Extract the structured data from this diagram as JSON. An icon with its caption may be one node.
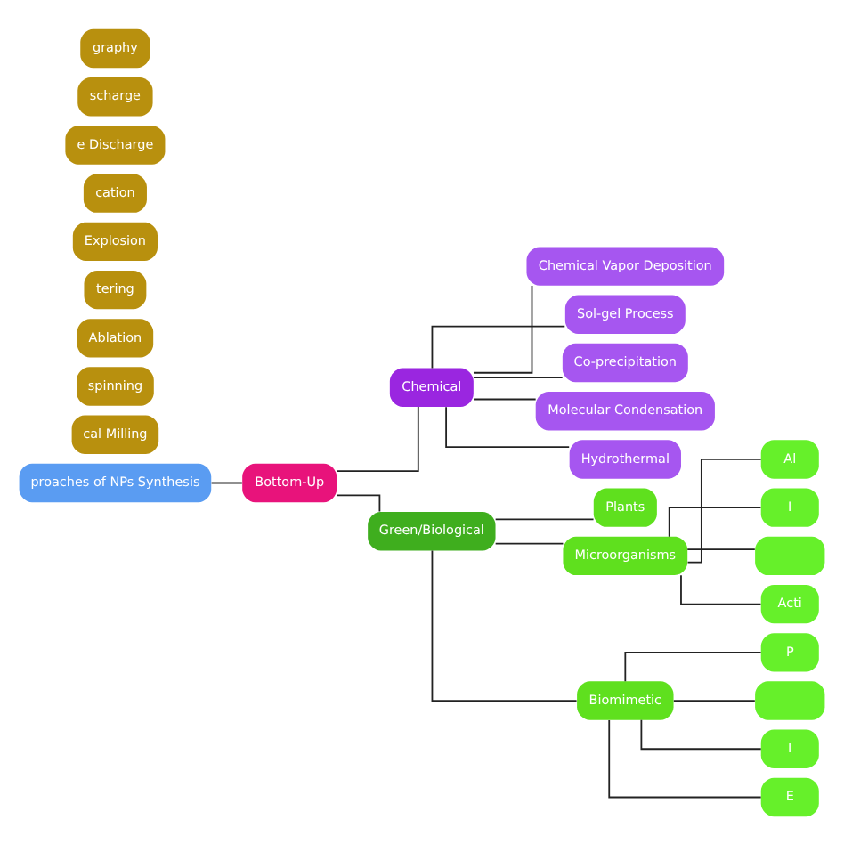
{
  "diagram": {
    "nodes": [
      {
        "text": [
          "proaches of NPs Synthesis"
        ]
      },
      {
        "text": [
          "Bottom-Up"
        ]
      },
      {
        "text": [
          "Chemical"
        ]
      },
      {
        "text": [
          "Green/Biological"
        ]
      },
      {
        "text": [
          "Chemical Vapor Deposition"
        ]
      },
      {
        "text": [
          "Sol-gel Process"
        ]
      },
      {
        "text": [
          "Co-precipitation"
        ]
      },
      {
        "text": [
          "Molecular Condensation"
        ]
      },
      {
        "text": [
          "Hydrothermal"
        ]
      },
      {
        "text": [
          "Plants"
        ]
      },
      {
        "text": [
          "Microorganisms"
        ]
      },
      {
        "text": [
          "Biomimetic"
        ]
      },
      {
        "text": [
          "Al"
        ]
      },
      {
        "text": [
          "I"
        ]
      },
      {
        "text": [],
        "shape": "box"
      },
      {
        "text": [
          "Acti"
        ]
      },
      {
        "text": [
          "P"
        ]
      },
      {
        "text": [],
        "shape": "box"
      },
      {
        "text": [
          "I"
        ]
      },
      {
        "text": [
          "E"
        ]
      },
      {
        "text": [
          "cal Milling"
        ]
      },
      {
        "text": [
          "spinning"
        ]
      },
      {
        "text": [
          "Ablation"
        ]
      },
      {
        "text": [
          "tering"
        ]
      },
      {
        "text": [
          "Explosion"
        ]
      },
      {
        "text": [
          "cation"
        ]
      },
      {
        "text": [
          "e Discharge"
        ]
      },
      {
        "text": [
          "scharge"
        ]
      },
      {
        "text": [
          "graphy"
        ]
      }
    ],
    "edges": [
      {
        "from": 0,
        "to": 1,
        "arrow": "none"
      },
      {
        "from": 1,
        "to": 2,
        "arrow": "none"
      },
      {
        "from": 1,
        "to": 3,
        "arrow": "none"
      },
      {
        "from": 2,
        "to": 4,
        "arrow": "none"
      },
      {
        "from": 2,
        "to": 5,
        "arrow": "none"
      },
      {
        "from": 2,
        "to": 6,
        "arrow": "none"
      },
      {
        "from": 2,
        "to": 7,
        "arrow": "none"
      },
      {
        "from": 2,
        "to": 8,
        "arrow": "none"
      },
      {
        "from": 3,
        "to": 9,
        "arrow": "none"
      },
      {
        "from": 3,
        "to": 10,
        "arrow": "none"
      },
      {
        "from": 3,
        "to": 11,
        "arrow": "none"
      },
      {
        "from": 10,
        "to": 12,
        "arrow": "none"
      },
      {
        "from": 10,
        "to": 13,
        "arrow": "none"
      },
      {
        "from": 10,
        "to": 14,
        "arrow": "none"
      },
      {
        "from": 10,
        "to": 15,
        "arrow": "none"
      },
      {
        "from": 11,
        "to": 16,
        "arrow": "none"
      },
      {
        "from": 11,
        "to": 17,
        "arrow": "none"
      },
      {
        "from": 11,
        "to": 18,
        "arrow": "none"
      },
      {
        "from": 11,
        "to": 19,
        "arrow": "none"
      }
    ]
  }
}
